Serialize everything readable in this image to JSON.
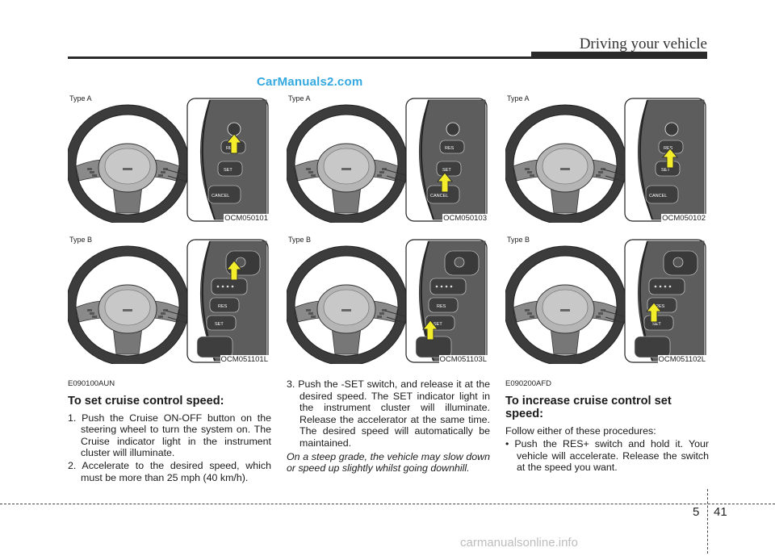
{
  "header": {
    "section_title": "Driving your vehicle",
    "watermark_top": "CarManuals2.com"
  },
  "figures": [
    {
      "type": "Type A",
      "code": "OCM050101"
    },
    {
      "type": "Type A",
      "code": "OCM050103"
    },
    {
      "type": "Type A",
      "code": "OCM050102"
    },
    {
      "type": "Type B",
      "code": "OCM051101L"
    },
    {
      "type": "Type B",
      "code": "OCM051103L"
    },
    {
      "type": "Type B",
      "code": "OCM051102L"
    }
  ],
  "switch_labels": {
    "res": "RES",
    "set": "SET",
    "cancel": "CANCEL"
  },
  "col1": {
    "code": "E090100AUN",
    "heading": "To set cruise control speed:",
    "step1": "1. Push the Cruise ON-OFF button on the steering wheel to turn the system on. The Cruise indicator light in the instrument cluster will illuminate.",
    "step2": "2. Accelerate to the desired speed, which must be more than 25 mph (40 km/h)."
  },
  "col2": {
    "step3": "3. Push the -SET switch, and release it at the desired speed. The SET indicator light in the instrument cluster will illuminate. Release the accelerator at the same time. The desired speed will automatically be maintained.",
    "note": "On a steep grade, the vehicle may slow down or speed up slightly whilst going downhill."
  },
  "col3": {
    "code": "E090200AFD",
    "heading": "To increase cruise control set speed:",
    "intro": "Follow either of these procedures:",
    "bullet1": "• Push the RES+ switch and hold it. Your vehicle will accelerate. Release the switch at the speed you want."
  },
  "footer": {
    "chapter": "5",
    "page": "41",
    "watermark_bottom": "carmanualsonline.info"
  },
  "colors": {
    "arrow_fill": "#f4ee2a",
    "watermark_blue": "#33a9e0"
  }
}
